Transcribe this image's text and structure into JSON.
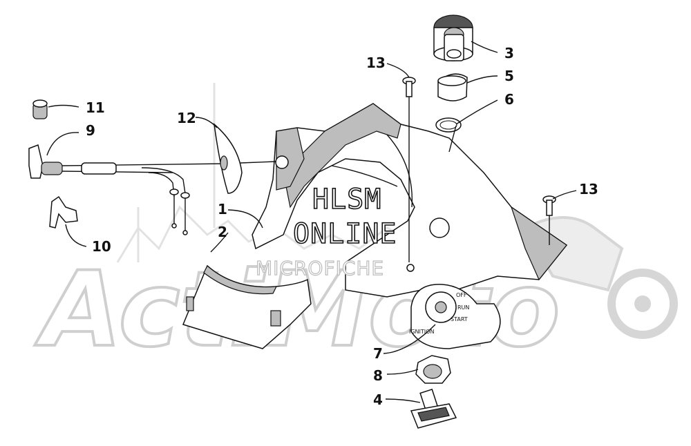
{
  "watermark": {
    "brand": "ActiMoto",
    "line1": "HLSM",
    "line2": "ONLINE",
    "line3": "MICROFICHE"
  },
  "switch_labels": {
    "ignition": "IGNITION",
    "off": "OFF",
    "run": "RUN",
    "start": "START"
  },
  "callouts": [
    "1",
    "2",
    "3",
    "4",
    "5",
    "6",
    "7",
    "8",
    "9",
    "10",
    "11",
    "12",
    "13",
    "13"
  ]
}
